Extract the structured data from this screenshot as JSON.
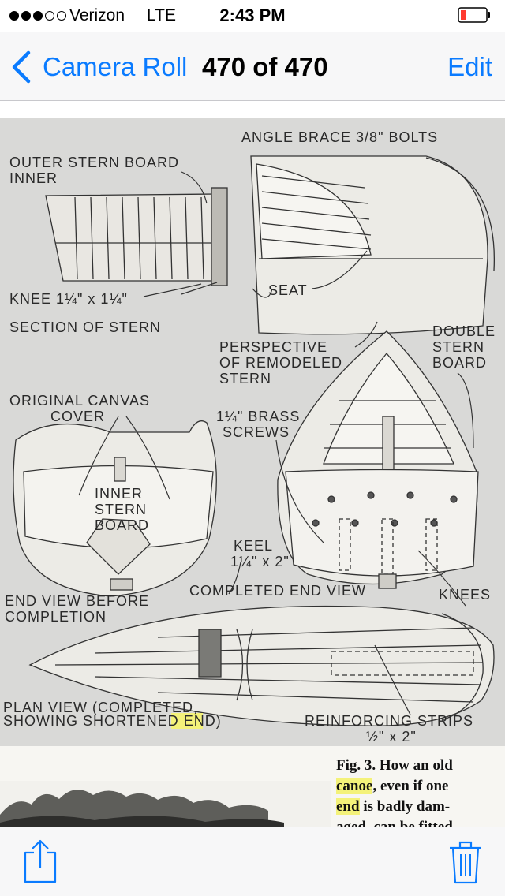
{
  "status_bar": {
    "carrier": "Verizon",
    "network": "LTE",
    "time": "2:43 PM",
    "signal_bars_filled": 3,
    "signal_bars_total": 5,
    "battery_color": "#ff3b30"
  },
  "nav": {
    "back_label": "Camera Roll",
    "title": "470 of 470",
    "edit_label": "Edit",
    "accent_color": "#0a7bff"
  },
  "photo": {
    "labels": {
      "angle_brace": "ANGLE BRACE 3/8\" BOLTS",
      "outer_stern_board": "OUTER STERN BOARD",
      "inner": "INNER",
      "knee": "KNEE 1¼\" x 1¼\"",
      "seat": "SEAT",
      "section_of_stern": "SECTION OF STERN",
      "perspective_1": "PERSPECTIVE",
      "perspective_2": "OF REMODELED",
      "perspective_3": "STERN",
      "double_1": "DOUBLE",
      "double_2": "STERN",
      "double_3": "BOARD",
      "original_1": "ORIGINAL CANVAS",
      "original_2": "COVER",
      "brass_1": "1¼\" BRASS",
      "brass_2": "SCREWS",
      "inner_stern_1": "INNER",
      "inner_stern_2": "STERN",
      "inner_stern_3": "BOARD",
      "keel_1": "KEEL",
      "keel_2": "1¼\" x 2\"",
      "end_view_1": "END VIEW BEFORE",
      "end_view_2": "COMPLETION",
      "completed_end_view": "COMPLETED END VIEW",
      "knees": "KNEES",
      "plan_view_1": "PLAN VIEW (COMPLETED,",
      "plan_view_2a": "SHOWING SHORTENED ",
      "plan_view_2b": "END",
      "plan_view_2c": ")",
      "reinforcing_1": "REINFORCING STRIPS",
      "reinforcing_2": "½\" x 2\""
    },
    "caption": {
      "line1": "Fig. 3. How an old",
      "line2a": "canoe",
      "line2b": ", even if one",
      "line3a": "end",
      "line3b": " is badly dam-",
      "line4": "aged, can be fitted"
    }
  },
  "toolbar": {
    "share_icon": "share-icon",
    "trash_icon": "trash-icon"
  }
}
